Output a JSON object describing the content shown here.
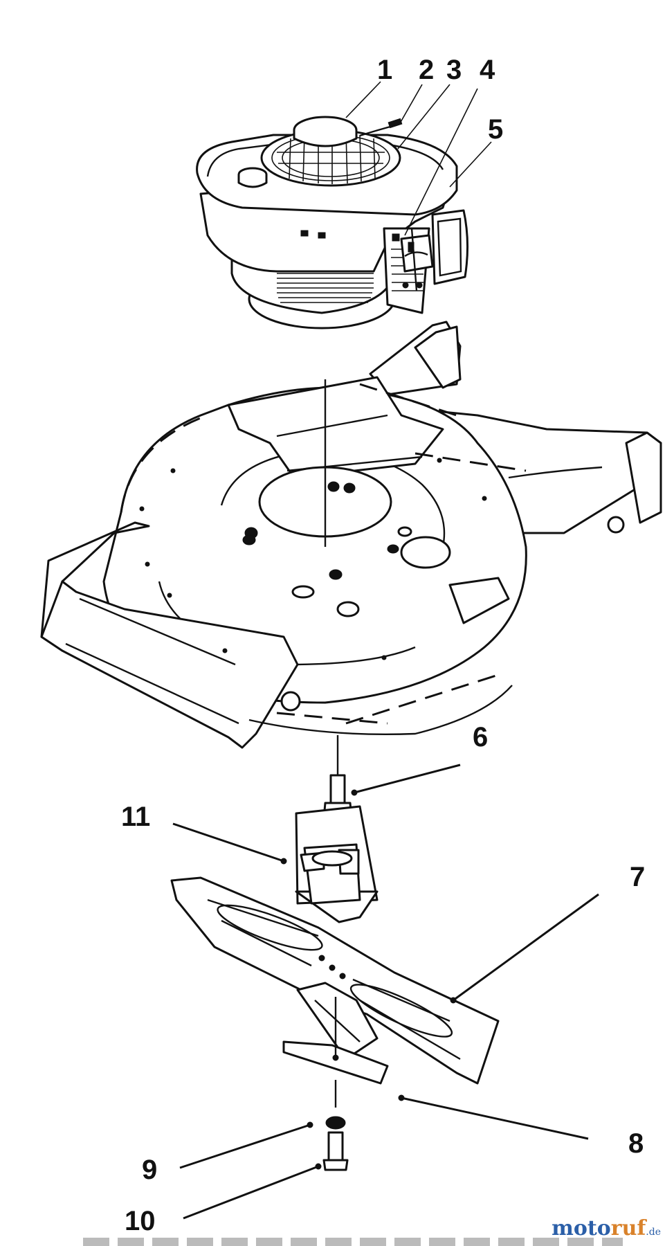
{
  "diagram": {
    "callouts": [
      {
        "id": "1",
        "label": "1"
      },
      {
        "id": "2",
        "label": "2"
      },
      {
        "id": "3",
        "label": "3"
      },
      {
        "id": "4",
        "label": "4"
      },
      {
        "id": "5",
        "label": "5"
      },
      {
        "id": "6",
        "label": "6"
      },
      {
        "id": "7",
        "label": "7"
      },
      {
        "id": "8",
        "label": "8"
      },
      {
        "id": "9",
        "label": "9"
      },
      {
        "id": "10",
        "label": "10"
      },
      {
        "id": "11",
        "label": "11"
      }
    ],
    "watermark": {
      "part1": "moto",
      "part2": "ruf",
      "part3": ".de"
    }
  }
}
